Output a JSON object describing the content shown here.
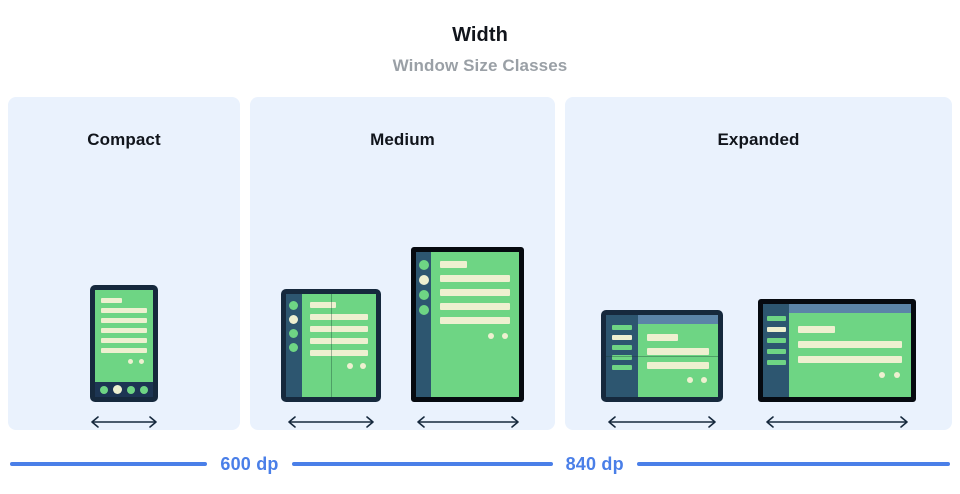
{
  "header": {
    "title": "Width",
    "subtitle": "Window Size Classes"
  },
  "colors": {
    "panel_background": "#eaf2fd",
    "screen_green": "#6ed584",
    "content_cream": "#eef0d0",
    "nav_rail": "#2d5670",
    "frame_navy": "#16293d",
    "frame_black": "#060a10",
    "topbar_blue": "#5b84a8",
    "measure_blue": "#4a7fe8",
    "title_text": "#11151c",
    "subtitle_text": "#9aa0a6"
  },
  "panels": [
    {
      "label": "Compact",
      "devices": [
        {
          "name": "phone-portrait",
          "arrow_label": "width-arrow"
        }
      ]
    },
    {
      "label": "Medium",
      "devices": [
        {
          "name": "foldable-portrait",
          "arrow_label": "width-arrow"
        },
        {
          "name": "tablet-portrait",
          "arrow_label": "width-arrow"
        }
      ]
    },
    {
      "label": "Expanded",
      "devices": [
        {
          "name": "foldable-landscape",
          "arrow_label": "width-arrow"
        },
        {
          "name": "tablet-landscape",
          "arrow_label": "width-arrow"
        }
      ]
    }
  ],
  "breakpoints": [
    {
      "label": "600 dp"
    },
    {
      "label": "840 dp"
    }
  ]
}
